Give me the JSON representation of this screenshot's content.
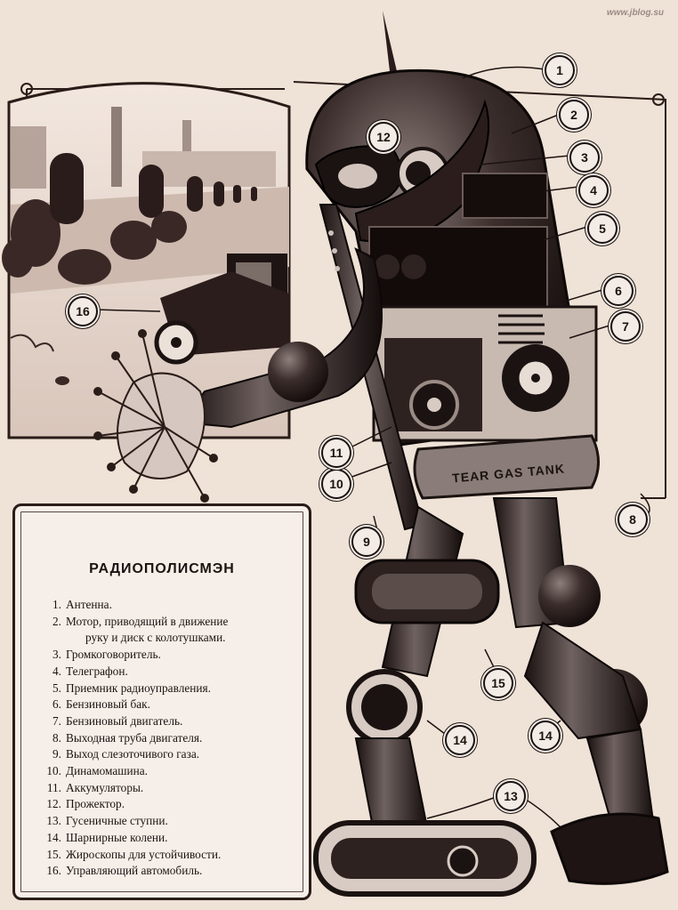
{
  "watermark": "www.jblog.su",
  "legend": {
    "title": "РАДИОПОЛИСМЭН",
    "items": [
      {
        "num": "1.",
        "text": "Антенна."
      },
      {
        "num": "2.",
        "text": "Мотор, приводящий в движение"
      },
      {
        "num": "",
        "text": "руку и диск с колотушками."
      },
      {
        "num": "3.",
        "text": "Громкоговоритель."
      },
      {
        "num": "4.",
        "text": "Телеграфон."
      },
      {
        "num": "5.",
        "text": "Приемник радиоуправления."
      },
      {
        "num": "6.",
        "text": "Бензиновый бак."
      },
      {
        "num": "7.",
        "text": "Бензиновый двигатель."
      },
      {
        "num": "8.",
        "text": "Выходная труба двигателя."
      },
      {
        "num": "9.",
        "text": "Выход слезоточивого газа."
      },
      {
        "num": "10.",
        "text": "Динамомашина."
      },
      {
        "num": "11.",
        "text": "Аккумуляторы."
      },
      {
        "num": "12.",
        "text": "Прожектор."
      },
      {
        "num": "13.",
        "text": "Гусеничные ступни."
      },
      {
        "num": "14.",
        "text": "Шарнирные колени."
      },
      {
        "num": "15.",
        "text": "Жироскопы для устойчивости."
      },
      {
        "num": "16.",
        "text": "Управляющий автомобиль."
      }
    ]
  },
  "tank_label": "TEAR GAS TANK",
  "callouts": [
    "1",
    "2",
    "3",
    "4",
    "5",
    "6",
    "7",
    "8",
    "9",
    "10",
    "11",
    "12",
    "15",
    "14",
    "14",
    "13",
    "16"
  ]
}
